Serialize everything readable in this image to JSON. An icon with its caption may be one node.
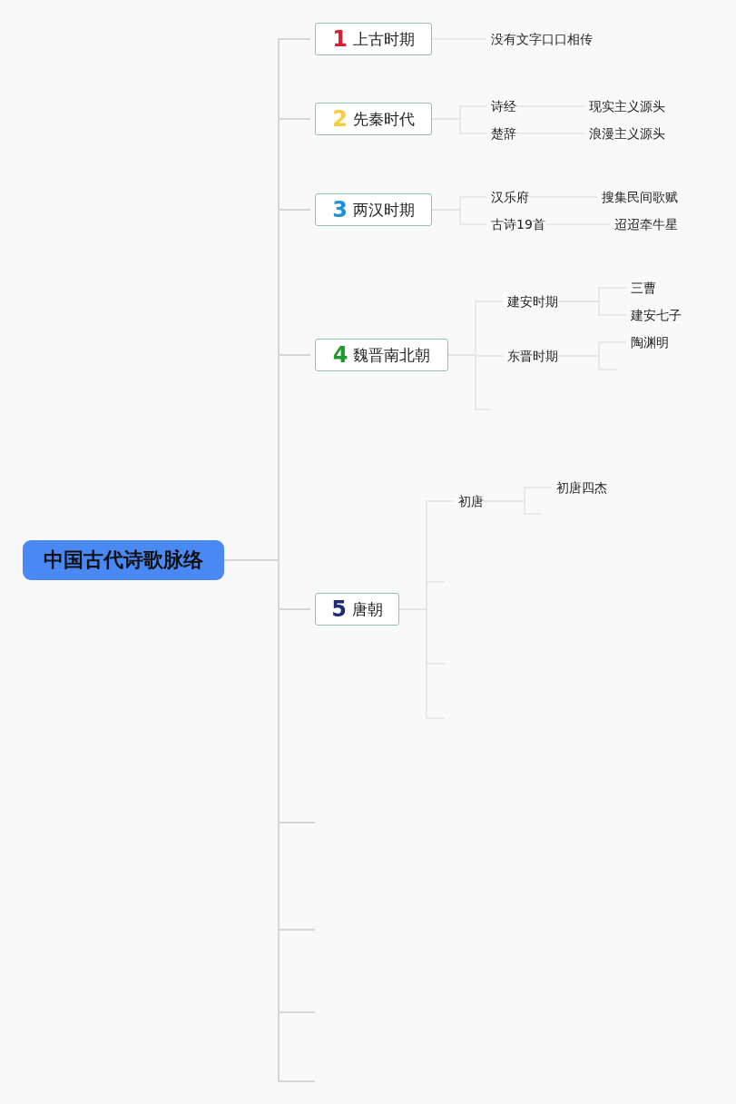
{
  "diagram": {
    "nodes": [
      {
        "text": [
          "中国古代诗歌脉络"
        ]
      },
      {
        "text": [
          "1",
          "上古时期"
        ]
      },
      {
        "text": [
          "没有文字口口相传"
        ]
      },
      {
        "text": [
          "2",
          "先秦时代"
        ]
      },
      {
        "text": [
          "诗经"
        ]
      },
      {
        "text": [
          "现实主义源头"
        ]
      },
      {
        "text": [
          "楚辞"
        ]
      },
      {
        "text": [
          "浪漫主义源头"
        ]
      },
      {
        "text": [
          "3",
          "两汉时期"
        ]
      },
      {
        "text": [
          "汉乐府"
        ]
      },
      {
        "text": [
          "搜集民间歌赋"
        ]
      },
      {
        "text": [
          "古诗19首"
        ]
      },
      {
        "text": [
          "迢迢牵牛星"
        ]
      },
      {
        "text": [
          "4",
          "魏晋南北朝"
        ]
      },
      {
        "text": [
          "建安时期"
        ]
      },
      {
        "text": [
          "三曹"
        ]
      },
      {
        "text": [
          "建安七子"
        ]
      },
      {
        "text": [
          "东晋时期"
        ]
      },
      {
        "text": [
          "陶渊明"
        ]
      },
      {
        "text": [
          "5",
          "唐朝"
        ]
      },
      {
        "text": [
          "初唐"
        ]
      },
      {
        "text": [
          "初唐四杰"
        ]
      }
    ],
    "edges": [
      {
        "from": 0,
        "to": 1,
        "arrow": "none"
      },
      {
        "from": 0,
        "to": 3,
        "arrow": "none"
      },
      {
        "from": 0,
        "to": 8,
        "arrow": "none"
      },
      {
        "from": 0,
        "to": 13,
        "arrow": "none"
      },
      {
        "from": 0,
        "to": 19,
        "arrow": "none"
      },
      {
        "from": 0,
        "to": null,
        "arrow": "none"
      },
      {
        "from": 0,
        "to": null,
        "arrow": "none"
      },
      {
        "from": 0,
        "to": null,
        "arrow": "none"
      },
      {
        "from": 0,
        "to": null,
        "arrow": "none"
      },
      {
        "from": 1,
        "to": 2,
        "arrow": "none"
      },
      {
        "from": 3,
        "to": 4,
        "arrow": "none"
      },
      {
        "from": 3,
        "to": 6,
        "arrow": "none"
      },
      {
        "from": 4,
        "to": 5,
        "arrow": "none"
      },
      {
        "from": 6,
        "to": 7,
        "arrow": "none"
      },
      {
        "from": 8,
        "to": 9,
        "arrow": "none"
      },
      {
        "from": 8,
        "to": 11,
        "arrow": "none"
      },
      {
        "from": 9,
        "to": 10,
        "arrow": "none"
      },
      {
        "from": 11,
        "to": 12,
        "arrow": "none"
      },
      {
        "from": 13,
        "to": 14,
        "arrow": "none"
      },
      {
        "from": 13,
        "to": 17,
        "arrow": "none"
      },
      {
        "from": 13,
        "to": null,
        "arrow": "none"
      },
      {
        "from": 14,
        "to": 15,
        "arrow": "none"
      },
      {
        "from": 14,
        "to": 16,
        "arrow": "none"
      },
      {
        "from": 17,
        "to": 18,
        "arrow": "none"
      },
      {
        "from": 17,
        "to": null,
        "arrow": "none"
      },
      {
        "from": 19,
        "to": 20,
        "arrow": "none"
      },
      {
        "from": 19,
        "to": null,
        "arrow": "none"
      },
      {
        "from": 19,
        "to": null,
        "arrow": "none"
      },
      {
        "from": 19,
        "to": null,
        "arrow": "none"
      },
      {
        "from": 20,
        "to": 21,
        "arrow": "none"
      },
      {
        "from": 20,
        "to": null,
        "arrow": "none"
      }
    ]
  }
}
